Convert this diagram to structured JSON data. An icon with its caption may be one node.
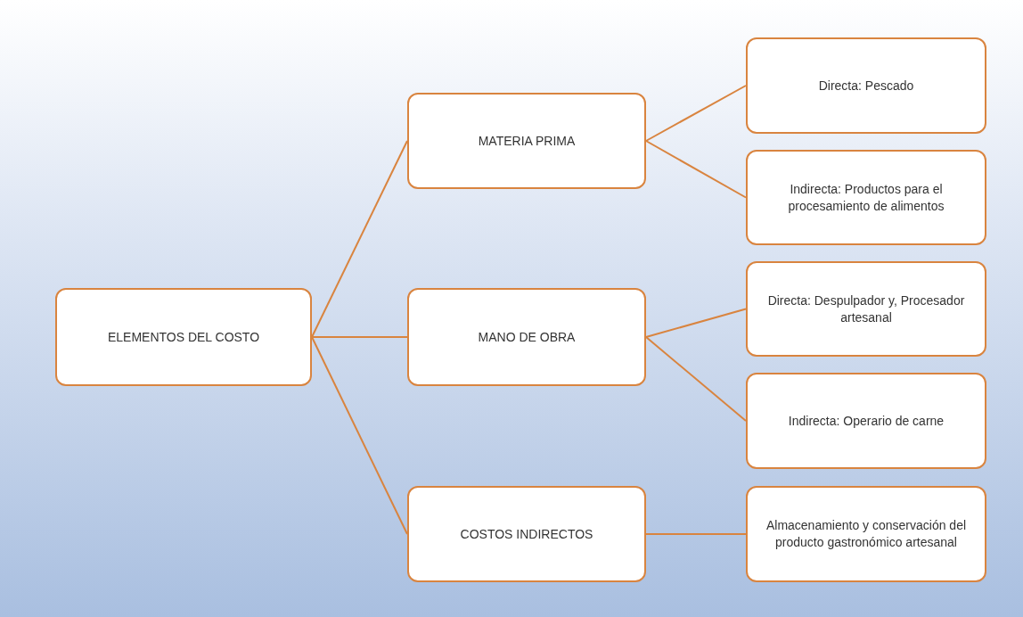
{
  "diagram": {
    "nodes": [
      {
        "text": [
          "ELEMENTOS DEL COSTO"
        ]
      },
      {
        "text": [
          "MATERIA PRIMA"
        ]
      },
      {
        "text": [
          "MANO DE OBRA"
        ]
      },
      {
        "text": [
          "COSTOS INDIRECTOS"
        ]
      },
      {
        "text": [
          "Directa: Pescado"
        ]
      },
      {
        "text": [
          "Indirecta: Productos para el procesamiento de alimentos"
        ]
      },
      {
        "text": [
          "Directa: Despulpador y, Procesador artesanal"
        ]
      },
      {
        "text": [
          "Indirecta: Operario de carne"
        ]
      },
      {
        "text": [
          "Almacenamiento y conservación del producto gastronómico artesanal"
        ]
      }
    ],
    "edges": [
      {
        "from": 0,
        "to": 1,
        "arrow": "none"
      },
      {
        "from": 0,
        "to": 2,
        "arrow": "none"
      },
      {
        "from": 0,
        "to": 3,
        "arrow": "none"
      },
      {
        "from": 1,
        "to": 4,
        "arrow": "none"
      },
      {
        "from": 1,
        "to": 5,
        "arrow": "none"
      },
      {
        "from": 2,
        "to": 6,
        "arrow": "none"
      },
      {
        "from": 2,
        "to": 7,
        "arrow": "none"
      },
      {
        "from": 3,
        "to": 8,
        "arrow": "none"
      }
    ]
  }
}
